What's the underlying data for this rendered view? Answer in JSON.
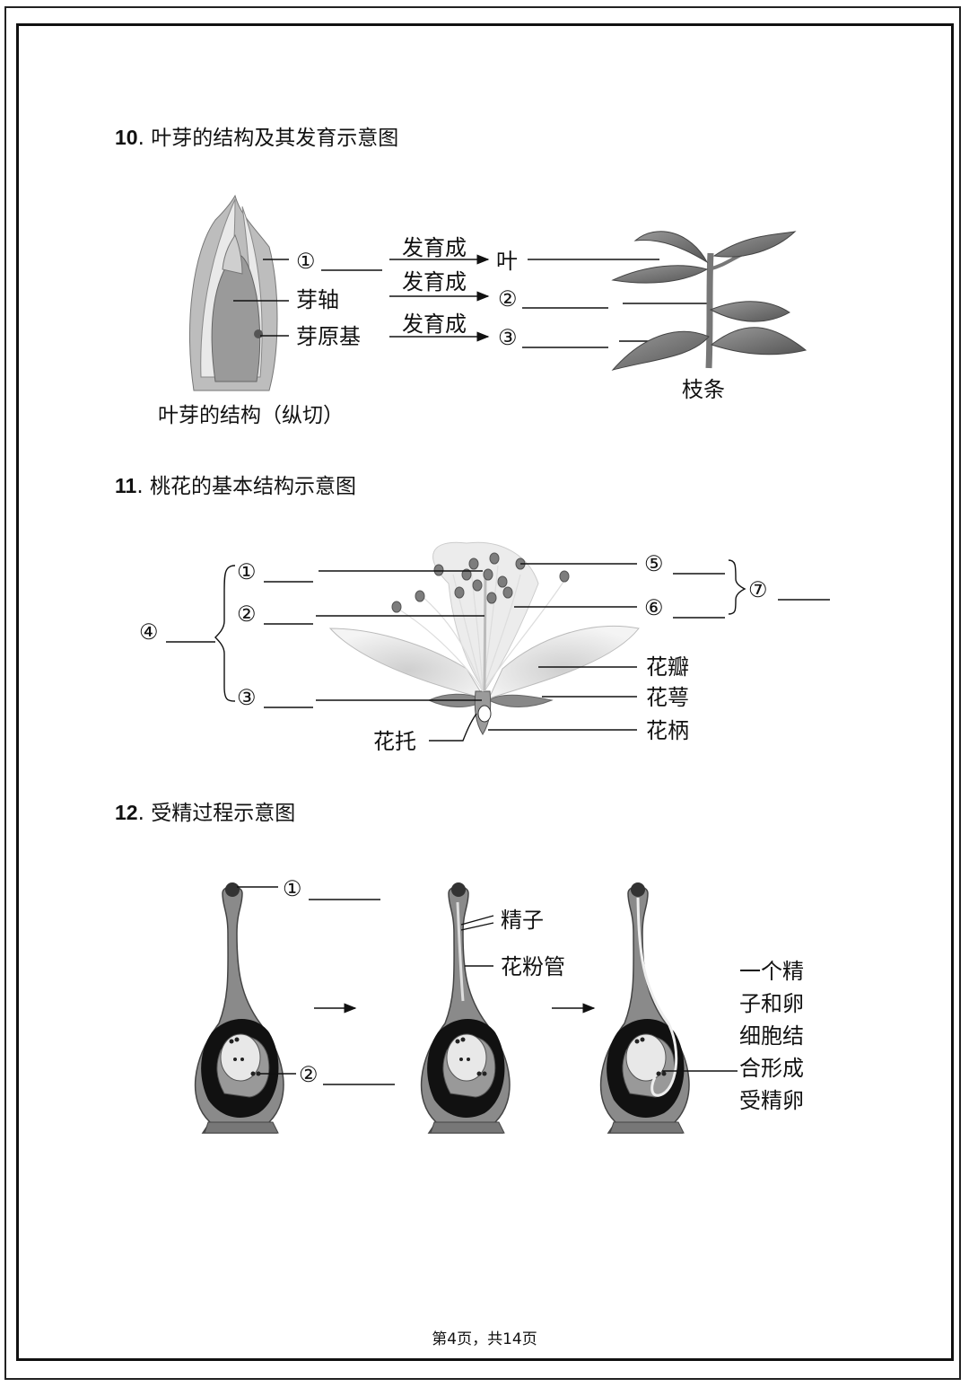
{
  "sections": [
    {
      "num": "10",
      "title": ". 叶芽的结构及其发育示意图"
    },
    {
      "num": "11",
      "title": ". 桃花的基本结构示意图"
    },
    {
      "num": "12",
      "title": ". 受精过程示意图"
    }
  ],
  "bud": {
    "left_labels": [
      "①",
      "芽轴",
      "芽原基"
    ],
    "arrow_labels": [
      "发育成",
      "发育成",
      "发育成"
    ],
    "right_labels": [
      "叶",
      "②",
      "③"
    ],
    "caption": "叶芽的结构（纵切）",
    "branch_caption": "枝条"
  },
  "flower": {
    "left_labels": [
      "①",
      "②",
      "③",
      "④"
    ],
    "right_labels": [
      "⑤",
      "⑥",
      "⑦",
      "花瓣",
      "花萼",
      "花柄"
    ],
    "bottom_label": "花托"
  },
  "fertilization": {
    "labels": [
      "①",
      "②",
      "精子",
      "花粉管"
    ],
    "result_text": [
      "一个精",
      "子和卵",
      "细胞结",
      "合形成",
      "受精卵"
    ]
  },
  "footer": "第4页，共14页"
}
